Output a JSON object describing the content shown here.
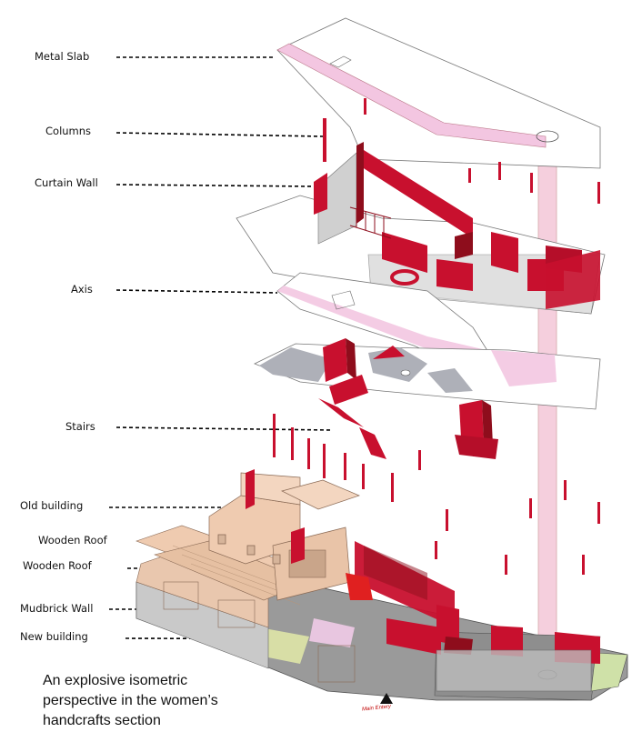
{
  "labels": {
    "metal_slab": "Metal Slab",
    "columns": "Columns",
    "curtain_wall": "Curtain Wall",
    "axis": "Axis",
    "stairs": "Stairs",
    "old_building": "Old building",
    "wooden_roof_1": "Wooden Roof",
    "wooden_roof_2": "Wooden Roof",
    "mudbrick_wall": "Mudbrick Wall",
    "new_building": "New building"
  },
  "caption": {
    "line1": "An explosive isometric",
    "line2": "perspective in the women’s",
    "line3": "handcrafts section"
  },
  "entry_label": "Main Entery",
  "colors": {
    "wall_red": "#c8102e",
    "dark_red": "#8e0d1c",
    "axis_pink": "#f3c6e1",
    "column_pink": "#f4c7d8",
    "roof_tan": "#efcbb0",
    "slab_white": "#ffffff",
    "shadow_grey": "#aeb0b8",
    "ground_grey": "#9a9a9a"
  }
}
